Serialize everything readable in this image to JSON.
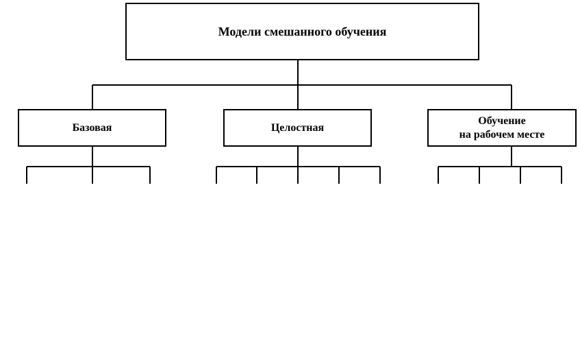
{
  "root": {
    "label": "Модели смешанного обучения"
  },
  "models": [
    {
      "label_line1": "Базовая",
      "label_line2": "",
      "sub_branches": 3
    },
    {
      "label_line1": "Целостная",
      "label_line2": "",
      "sub_branches": 5
    },
    {
      "label_line1": "Обучение",
      "label_line2": "на рабочем месте",
      "sub_branches": 4
    }
  ]
}
